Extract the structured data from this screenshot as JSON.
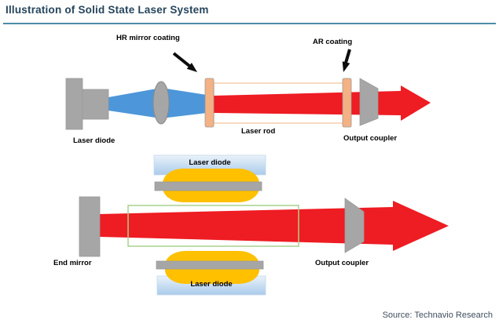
{
  "header": {
    "title": "Illustration of Solid State Laser System"
  },
  "footer": {
    "source": "Source: Technavio Research"
  },
  "diagram_top": {
    "labels": {
      "hr_coating": "HR mirror coating",
      "ar_coating": "AR coating",
      "laser_diode": "Laser diode",
      "laser_rod": "Laser rod",
      "output_coupler": "Output coupler"
    }
  },
  "diagram_bottom": {
    "labels": {
      "pump_diode_top": "Laser diode",
      "pump_diode_bottom": "Laser diode",
      "end_mirror": "End mirror",
      "output_coupler": "Output coupler"
    }
  },
  "colors": {
    "title_text": "#26455C",
    "divider": "#4C8CA8",
    "beam_blue": "#4D96D9",
    "beam_red": "#EE1C23",
    "coating_peach": "#F4B183",
    "metal_gray": "#A6A6A6",
    "pump_yellow": "#FFC000",
    "rod_outline_top": "#F4C296",
    "rod_outline_bottom": "#A8D08D",
    "arrow_black": "#0D0D0D",
    "label_text": "#000000",
    "source_text": "#3F4F5E"
  }
}
